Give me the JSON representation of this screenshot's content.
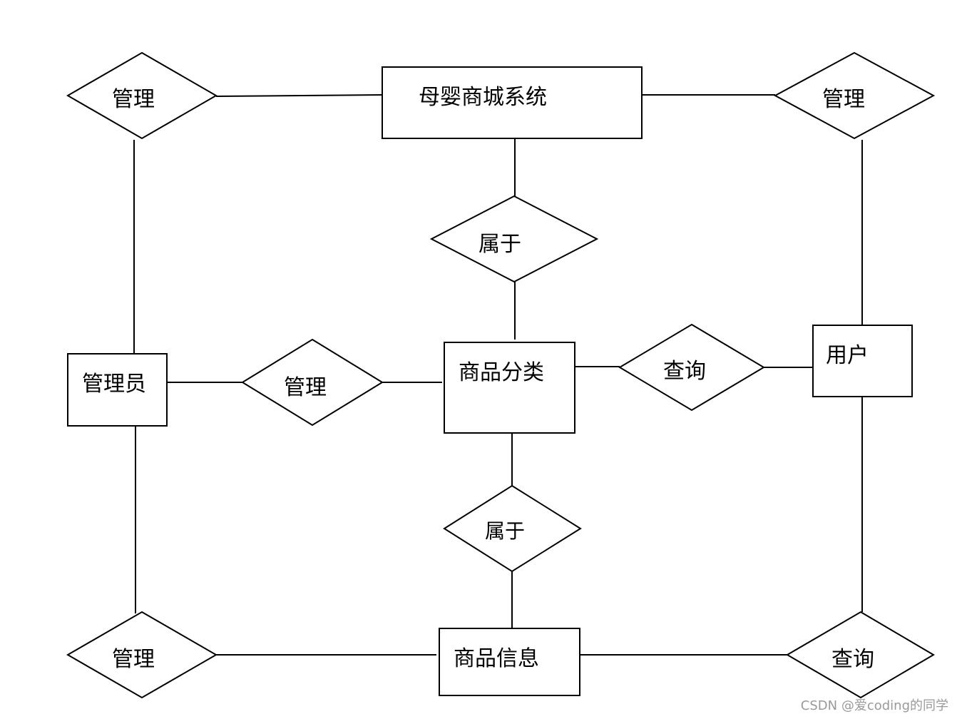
{
  "diagram": {
    "entities": {
      "system": "母婴商城系统",
      "admin": "管理员",
      "category": "商品分类",
      "user": "用户",
      "product": "商品信息"
    },
    "relations": {
      "manage_top_left": "管理",
      "manage_top_right": "管理",
      "belongs_upper": "属于",
      "manage_middle": "管理",
      "query_middle": "查询",
      "belongs_lower": "属于",
      "manage_bottom_left": "管理",
      "query_bottom_right": "查询"
    }
  },
  "watermark": "CSDN @爱coding的同学"
}
